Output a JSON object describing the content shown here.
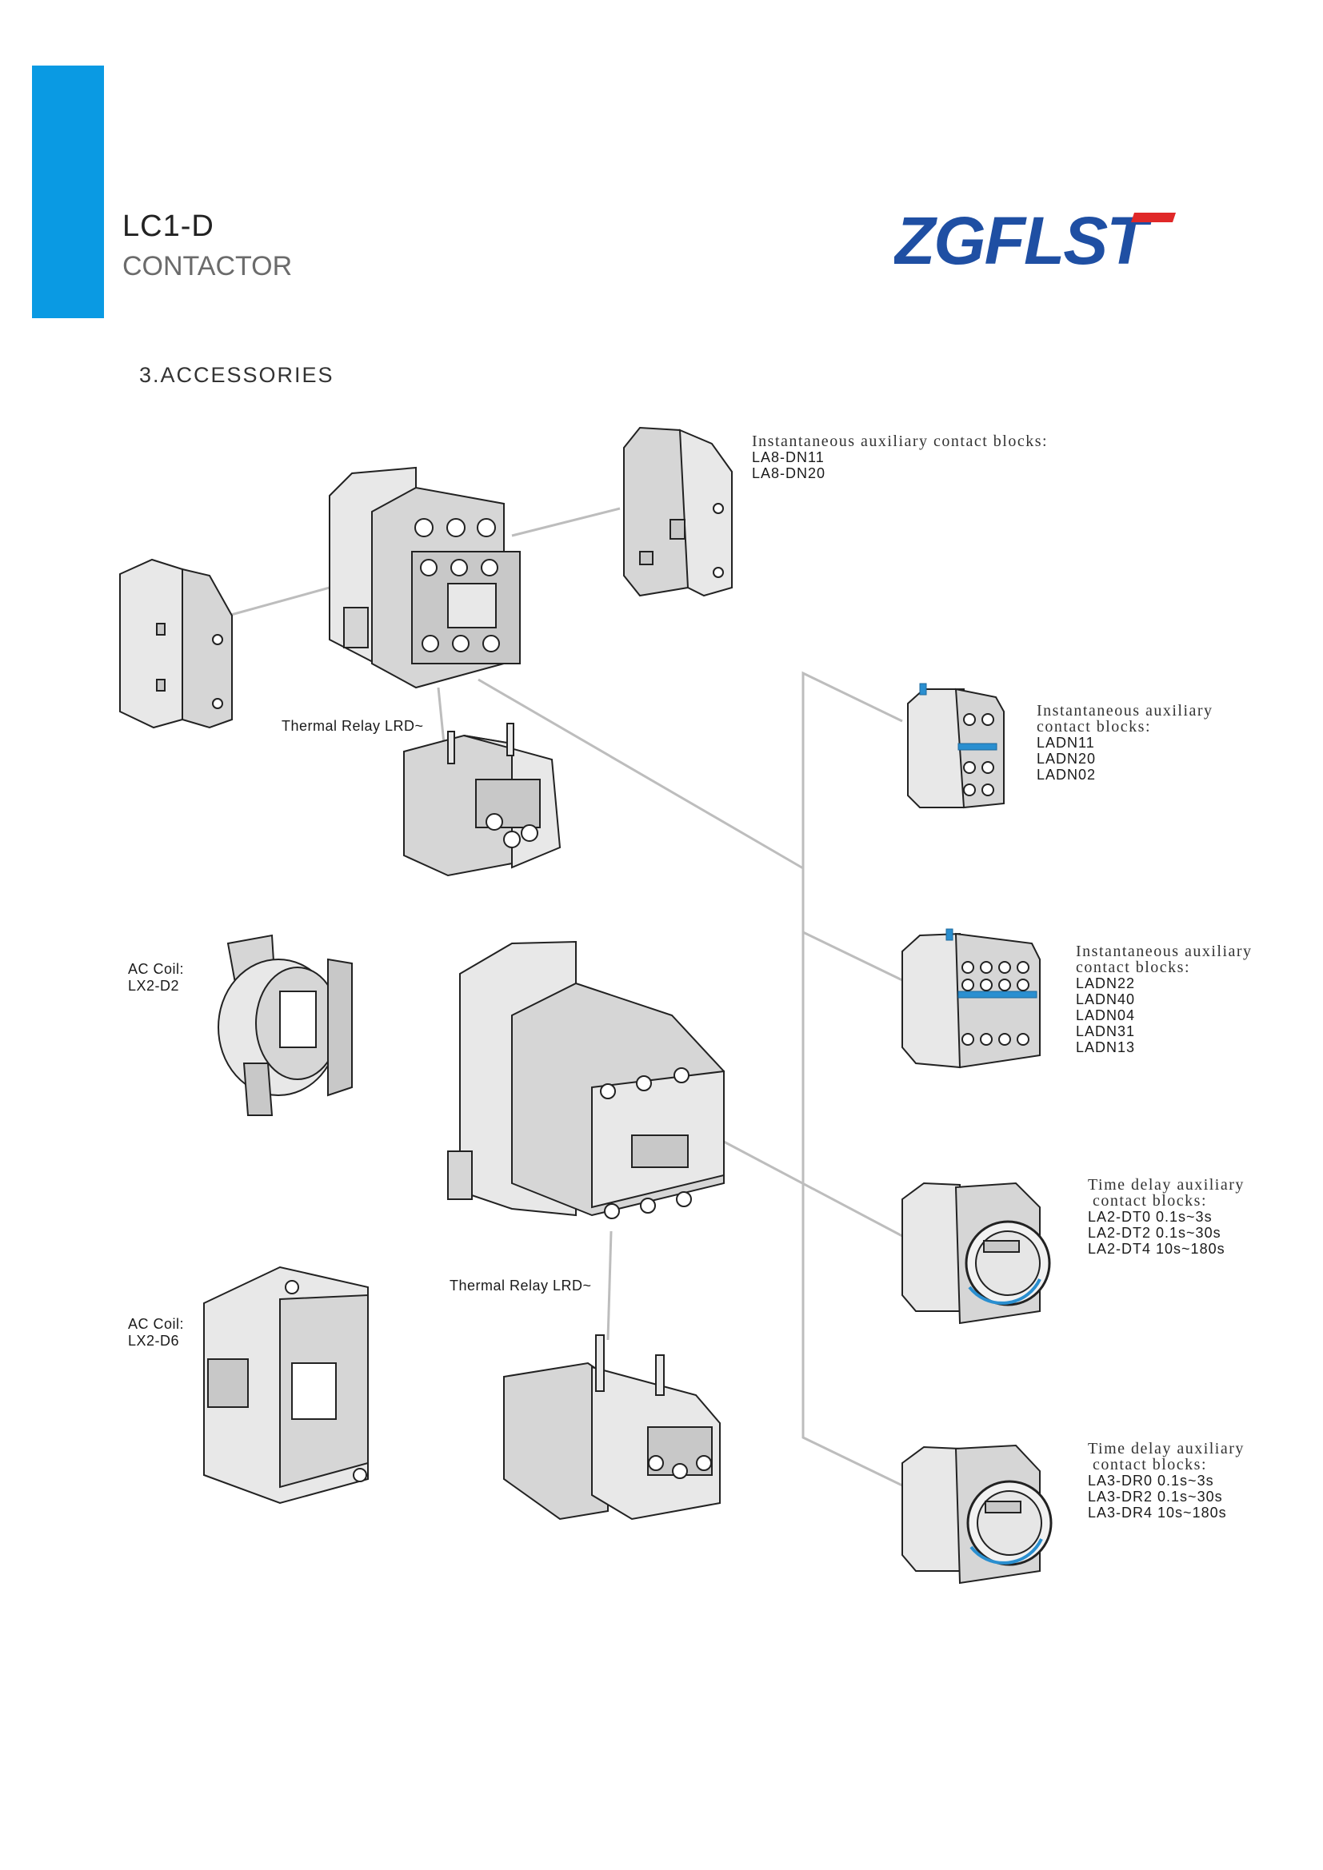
{
  "header": {
    "title": "LC1-D",
    "subtitle": "CONTACTOR",
    "brand": "ZGFLST",
    "brand_color": "#1f4fa3",
    "brand_accent": "#e02828",
    "bar_color": "#0a9ae3"
  },
  "section_title": "3.ACCESSORIES",
  "labels": {
    "la8": {
      "heading": "Instantaneous auxiliary contact blocks:",
      "codes": [
        "LA8-DN11",
        "LA8-DN20"
      ]
    },
    "ladn_small": {
      "heading": [
        "Instantaneous auxiliary",
        "contact blocks:"
      ],
      "codes": [
        "LADN11",
        "LADN20",
        "LADN02"
      ]
    },
    "ladn_large": {
      "heading": [
        "Instantaneous auxiliary",
        "contact blocks:"
      ],
      "codes": [
        "LADN22",
        "LADN40",
        "LADN04",
        "LADN31",
        "LADN13"
      ]
    },
    "la2": {
      "heading": [
        "Time delay auxiliary",
        "contact blocks:"
      ],
      "codes": [
        "LA2-DT0 0.1s~3s",
        "LA2-DT2 0.1s~30s",
        "LA2-DT4 10s~180s"
      ]
    },
    "la3": {
      "heading": [
        "Time delay auxiliary",
        "contact blocks:"
      ],
      "codes": [
        "LA3-DR0 0.1s~3s",
        "LA3-DR2 0.1s~30s",
        "LA3-DR4 10s~180s"
      ]
    },
    "thermal_relay_1": "Thermal Relay LRD~",
    "thermal_relay_2": "Thermal Relay LRD~",
    "ac_coil_d2": [
      "AC Coil:",
      "LX2-D2"
    ],
    "ac_coil_d6": [
      "AC Coil:",
      "LX2-D6"
    ]
  }
}
